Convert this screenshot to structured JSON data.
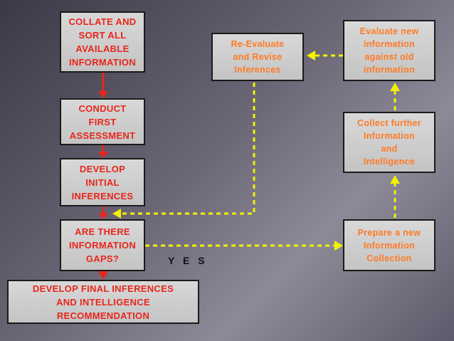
{
  "boxes": {
    "collate": "COLLATE AND\nSORT ALL\nAVAILABLE\nINFORMATION",
    "assessment": "CONDUCT\nFIRST\nASSESSMENT",
    "initial": "DEVELOP\nINITIAL\nINFERENCES",
    "gaps": "ARE THERE\nINFORMATION\nGAPS?",
    "final": "DEVELOP FINAL INFERENCES\nAND INTELLIGENCE\nRECOMMENDATION",
    "reevaluate": "Re-Evaluate\nand Revise\nInferences",
    "evaluate_new": "Evaluate new\ninformation\nagainst old\ninformation",
    "collect": "Collect further\nInformation\nand\nIntelligence",
    "prepare": "Prepare a new\nInformation\nCollection"
  },
  "yes_label": "Y E S",
  "colors": {
    "left_text": "#e8261b",
    "right_text": "#ff7a24",
    "solid_arrow": "#e8261b",
    "dotted_arrow": "#f2f200"
  }
}
